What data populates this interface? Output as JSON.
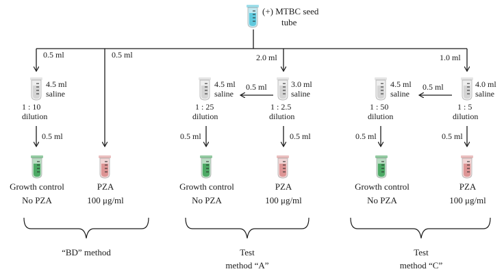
{
  "seed": {
    "label_line1": "(+) MTBC seed",
    "label_line2": "tube",
    "tube_color": "#4fc3d9",
    "icon": "test-tube-icon"
  },
  "colors": {
    "saline_tube": "#d9d9d9",
    "growth_tube": "#3aa055",
    "pza_tube": "#d98a8a",
    "line": "#1a1a1a"
  },
  "top_volumes": {
    "bd_1": "0.5 ml",
    "bd_2": "0.5 ml",
    "a": "2.0 ml",
    "c": "1.0 ml"
  },
  "bd": {
    "saline_line1": "4.5 ml",
    "saline_line2": "saline",
    "dilution_ratio": "1 : 10",
    "dilution_word": "dilution",
    "transfer": "0.5 ml",
    "growth_line1": "Growth control",
    "growth_line2": "No PZA",
    "pza_line1": "PZA",
    "pza_line2": "100 μg/ml",
    "method": "“BD” method"
  },
  "a": {
    "left_saline_line1": "4.5 ml",
    "left_saline_line2": "saline",
    "right_saline_line1": "3.0 ml",
    "right_saline_line2": "saline",
    "between": "0.5 ml",
    "left_ratio": "1 : 25",
    "left_word": "dilution",
    "right_ratio": "1 : 2.5",
    "right_word": "dilution",
    "left_transfer": "0.5 ml",
    "right_transfer": "0.5 ml",
    "growth_line1": "Growth control",
    "growth_line2": "No PZA",
    "pza_line1": "PZA",
    "pza_line2": "100 μg/ml",
    "method_line1": "Test",
    "method_line2": "method “A”"
  },
  "c": {
    "left_saline_line1": "4.5 ml",
    "left_saline_line2": "saline",
    "right_saline_line1": "4.0 ml",
    "right_saline_line2": "saline",
    "between": "0.5 ml",
    "left_ratio": "1 : 50",
    "left_word": "dilution",
    "right_ratio": "1 : 5",
    "right_word": "dilution",
    "left_transfer": "0.5 ml",
    "right_transfer": "0.5 ml",
    "growth_line1": "Growth control",
    "growth_line2": "No PZA",
    "pza_line1": "PZA",
    "pza_line2": "100 μg/ml",
    "method_line1": "Test",
    "method_line2": "method “C”"
  }
}
